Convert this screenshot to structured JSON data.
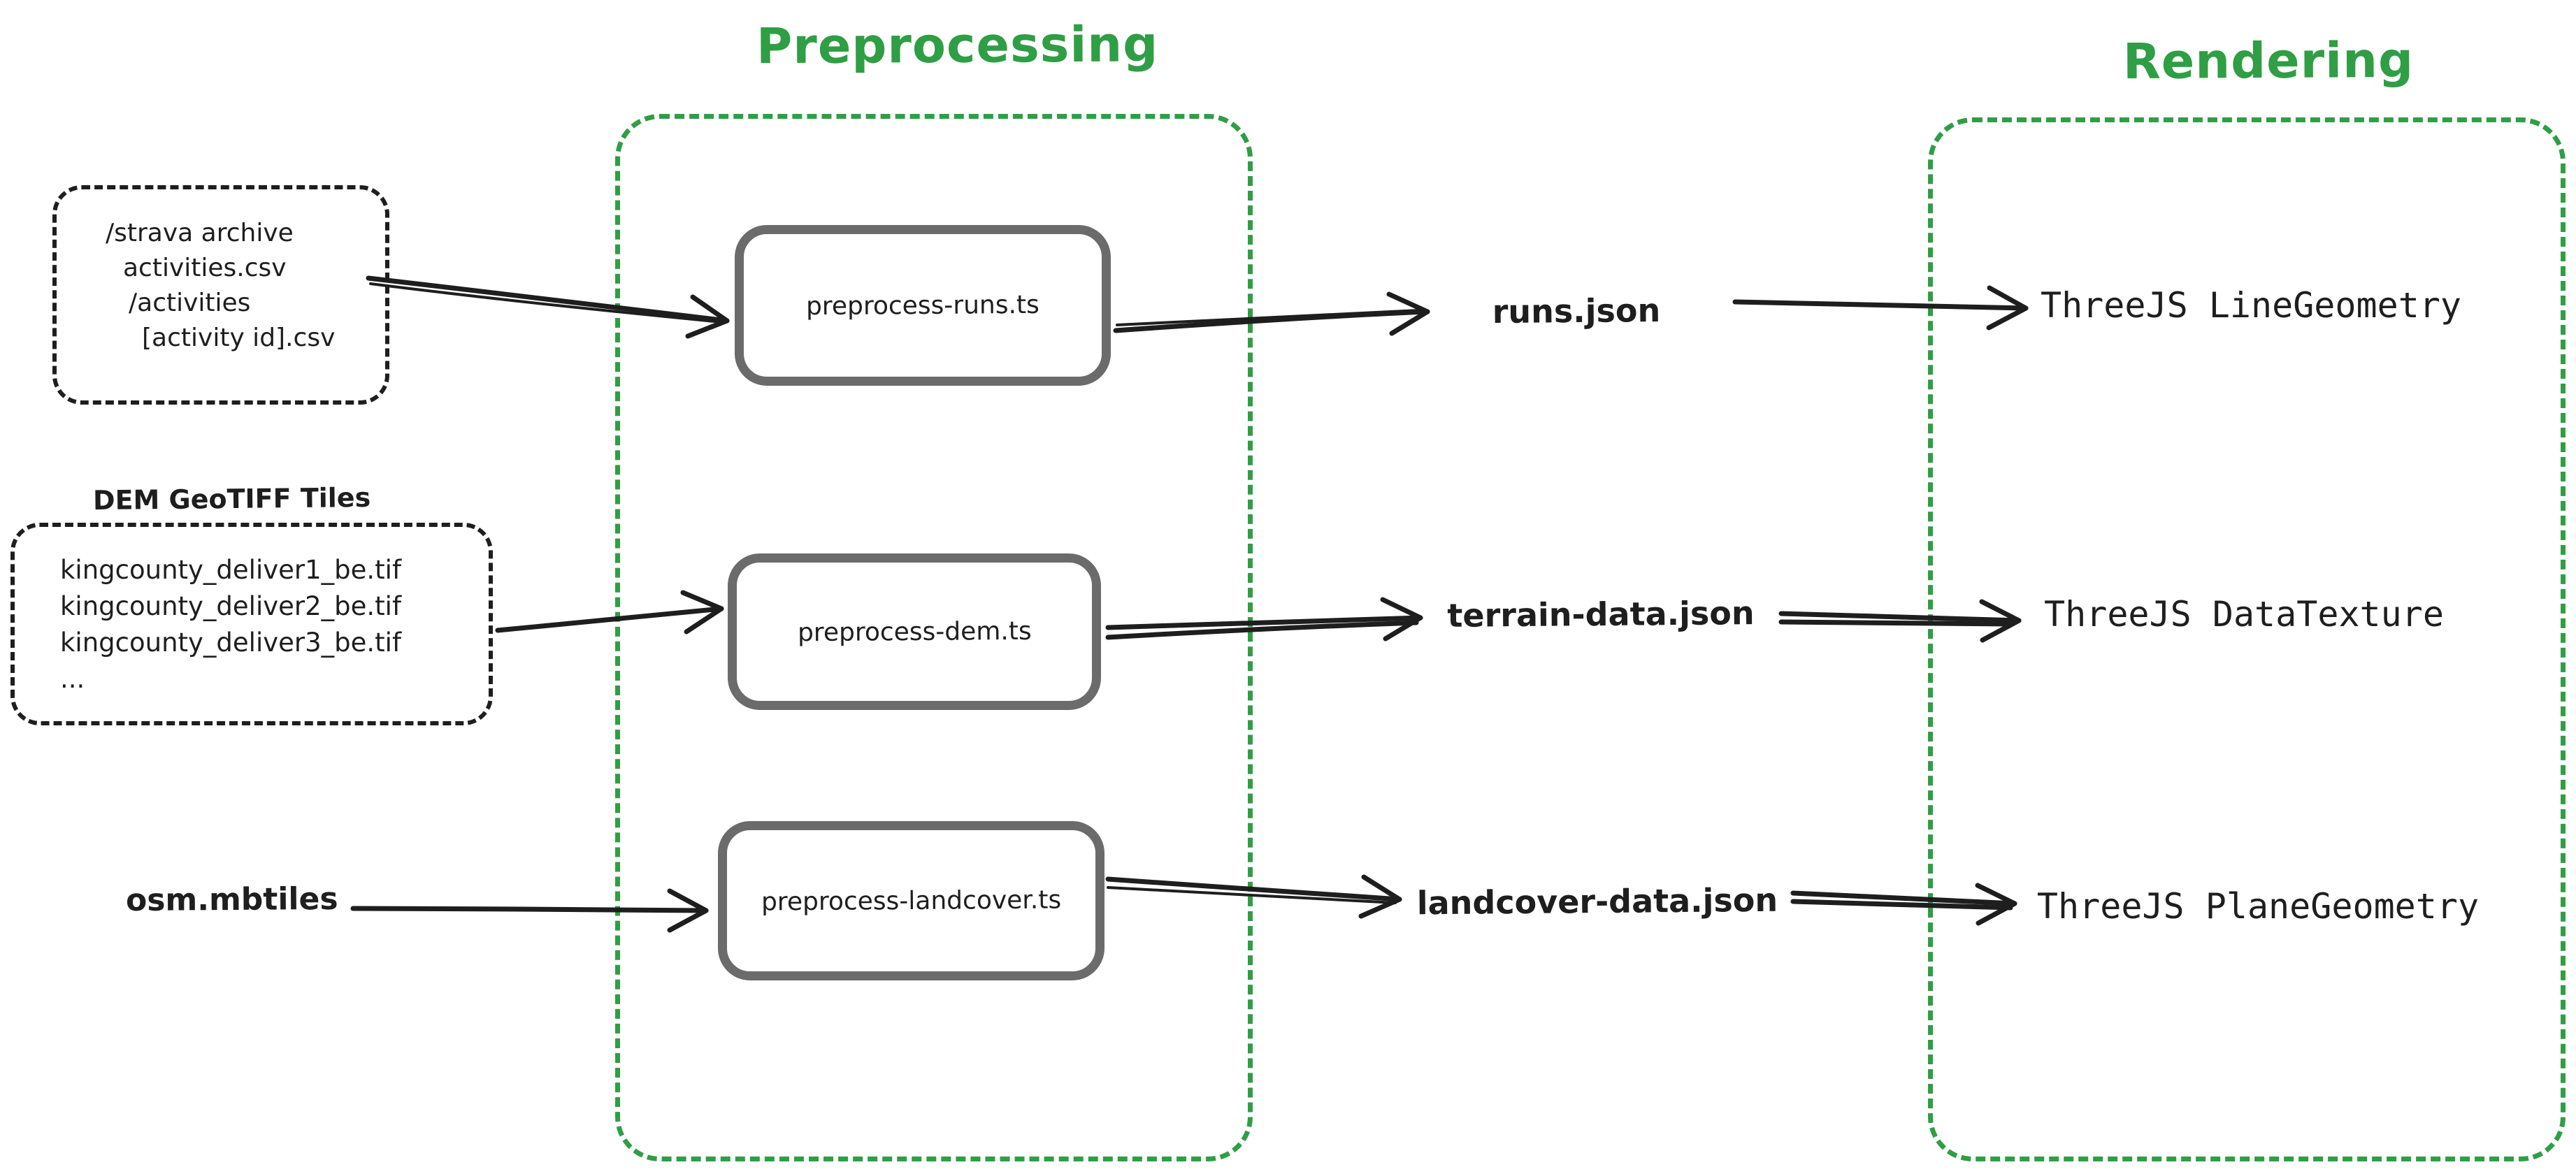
{
  "colors": {
    "accent_green": "#2f9e44",
    "box_gray": "#6b6b6b",
    "ink": "#1e1e1e"
  },
  "sections": {
    "preprocessing": {
      "title": "Preprocessing"
    },
    "rendering": {
      "title": "Rendering"
    }
  },
  "inputs": {
    "strava_archive": {
      "lines": [
        "/strava archive",
        "activities.csv",
        "/activities",
        "[activity id].csv"
      ]
    },
    "dem_tiles": {
      "title": "DEM GeoTIFF Tiles",
      "lines": [
        "kingcounty_deliver1_be.tif",
        "kingcounty_deliver2_be.tif",
        "kingcounty_deliver3_be.tif",
        "..."
      ]
    },
    "osm": {
      "label": "osm.mbtiles"
    }
  },
  "scripts": [
    {
      "label": "preprocess-runs.ts"
    },
    {
      "label": "preprocess-dem.ts"
    },
    {
      "label": "preprocess-landcover.ts"
    }
  ],
  "outputs": [
    {
      "label": "runs.json"
    },
    {
      "label": "terrain-data.json"
    },
    {
      "label": "landcover-data.json"
    }
  ],
  "renderers": [
    {
      "label": "ThreeJS LineGeometry"
    },
    {
      "label": "ThreeJS DataTexture"
    },
    {
      "label": "ThreeJS PlaneGeometry"
    }
  ]
}
